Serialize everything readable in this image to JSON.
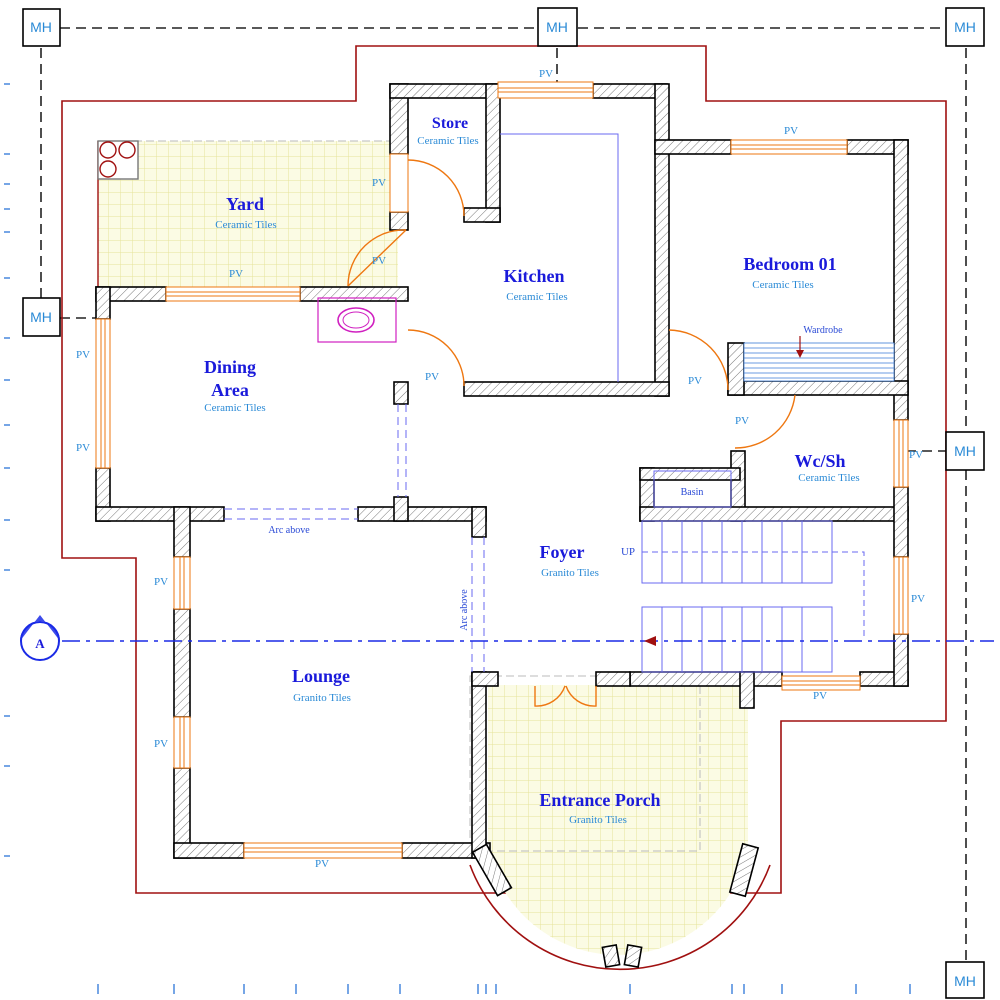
{
  "manholes": {
    "top_left": "MH",
    "top_mid": "MH",
    "top_right": "MH",
    "left": "MH",
    "right": "MH",
    "bottom_right": "MH"
  },
  "section_marker": "A",
  "rooms": {
    "yard": {
      "name": "Yard",
      "finish": "Ceramic Tiles"
    },
    "store": {
      "name": "Store",
      "finish": "Ceramic Tiles"
    },
    "kitchen": {
      "name": "Kitchen",
      "finish": "Ceramic Tiles"
    },
    "bedroom": {
      "name": "Bedroom 01",
      "finish": "Ceramic Tiles"
    },
    "dining": {
      "name_line1": "Dining",
      "name_line2": "Area",
      "finish": "Ceramic Tiles"
    },
    "wc": {
      "name": "Wc/Sh",
      "finish": "Ceramic Tiles"
    },
    "foyer": {
      "name": "Foyer",
      "finish": "Granito Tiles"
    },
    "lounge": {
      "name": "Lounge",
      "finish": "Granito Tiles"
    },
    "porch": {
      "name": "Entrance Porch",
      "finish": "Granito Tiles"
    }
  },
  "labels": {
    "pv": "PV",
    "wardrobe": "Wardrobe",
    "basin": "Basin",
    "up": "UP",
    "arc_above_h": "Arc above",
    "arc_above_v": "Arc above"
  },
  "colors": {
    "boundary": "#a01010",
    "wall_fill": "#ffffff",
    "wall_stroke": "#000000",
    "tile_grid": "#e6e39a",
    "door": "#ee7711",
    "window": "#ee7711",
    "dims": "#1a6ad6",
    "section_line": "#1a2ae6",
    "room_name": "#1a1adb",
    "room_finish": "#2a8ad6"
  }
}
